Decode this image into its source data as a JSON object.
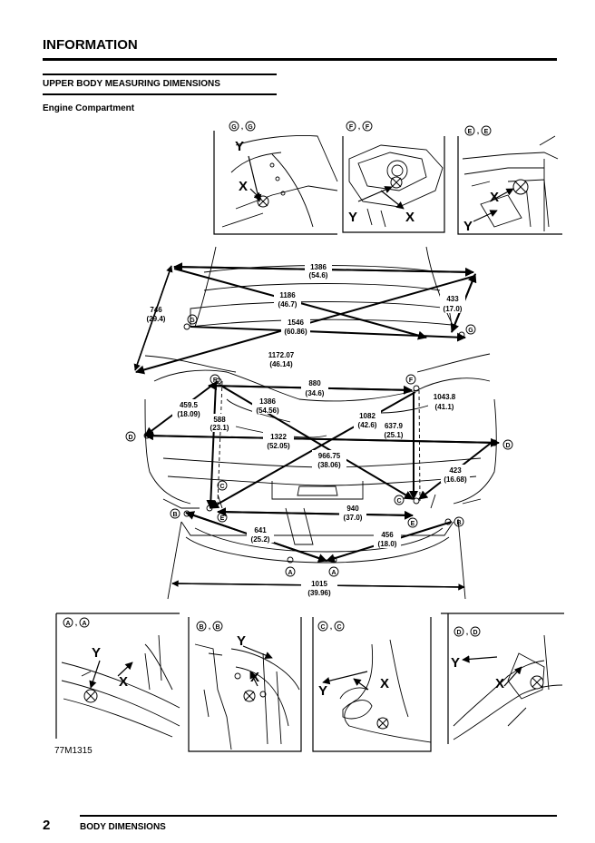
{
  "header": {
    "title": "INFORMATION",
    "section_title": "UPPER BODY MEASURING DIMENSIONS",
    "subsection": "Engine Compartment"
  },
  "points": {
    "a": "A",
    "b": "B",
    "c": "C",
    "d": "D",
    "e": "E",
    "f": "F",
    "g": "G"
  },
  "axes": {
    "x": "X",
    "y": "Y"
  },
  "dimensions": {
    "d1386a": {
      "mm": "1386",
      "in": "(54.6)"
    },
    "d1186": {
      "mm": "1186",
      "in": "(46.7)"
    },
    "d746": {
      "mm": "746",
      "in": "(29.4)"
    },
    "d433": {
      "mm": "433",
      "in": "(17.0)"
    },
    "d1546": {
      "mm": "1546",
      "in": "(60.86)"
    },
    "d1172": {
      "mm": "1172.07",
      "in": "(46.14)"
    },
    "d880": {
      "mm": "880",
      "in": "(34.6)"
    },
    "d1043": {
      "mm": "1043.8",
      "in": "(41.1)"
    },
    "d459": {
      "mm": "459.5",
      "in": "(18.09)"
    },
    "d588": {
      "mm": "588",
      "in": "(23.1)"
    },
    "d1386b": {
      "mm": "1386",
      "in": "(54.56)"
    },
    "d1082": {
      "mm": "1082",
      "in": "(42.6)"
    },
    "d637": {
      "mm": "637.9",
      "in": "(25.1)"
    },
    "d1322": {
      "mm": "1322",
      "in": "(52.05)"
    },
    "d966": {
      "mm": "966.75",
      "in": "(38.06)"
    },
    "d423": {
      "mm": "423",
      "in": "(16.68)"
    },
    "d940": {
      "mm": "940",
      "in": "(37.0)"
    },
    "d641": {
      "mm": "641",
      "in": "(25.2)"
    },
    "d456": {
      "mm": "456",
      "in": "(18.0)"
    },
    "d1015": {
      "mm": "1015",
      "in": "(39.96)"
    }
  },
  "figure_ref": "77M1315",
  "footer": {
    "page_number": "2",
    "title": "BODY DIMENSIONS"
  }
}
